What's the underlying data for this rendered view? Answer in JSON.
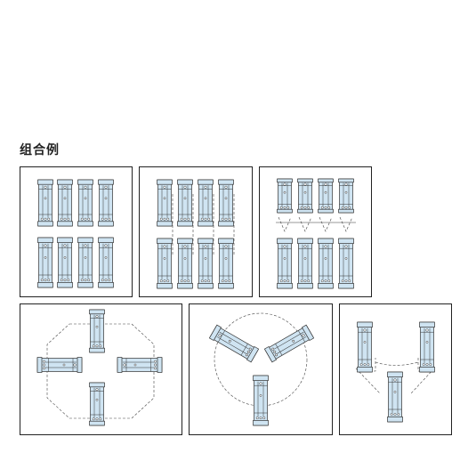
{
  "heading": "组合例",
  "panels": [
    {
      "id": "panel-1",
      "layout": "grid-4x2-separate"
    },
    {
      "id": "panel-2",
      "layout": "grid-4x2-linked"
    },
    {
      "id": "panel-3",
      "layout": "grid-4x2-funnel"
    },
    {
      "id": "panel-4",
      "layout": "cross-4way"
    },
    {
      "id": "panel-5",
      "layout": "y-3way"
    },
    {
      "id": "panel-6",
      "layout": "u-3way"
    }
  ],
  "colors": {
    "module_fill": "#cfe4f2",
    "stroke": "#333333",
    "frame": "#222222"
  }
}
